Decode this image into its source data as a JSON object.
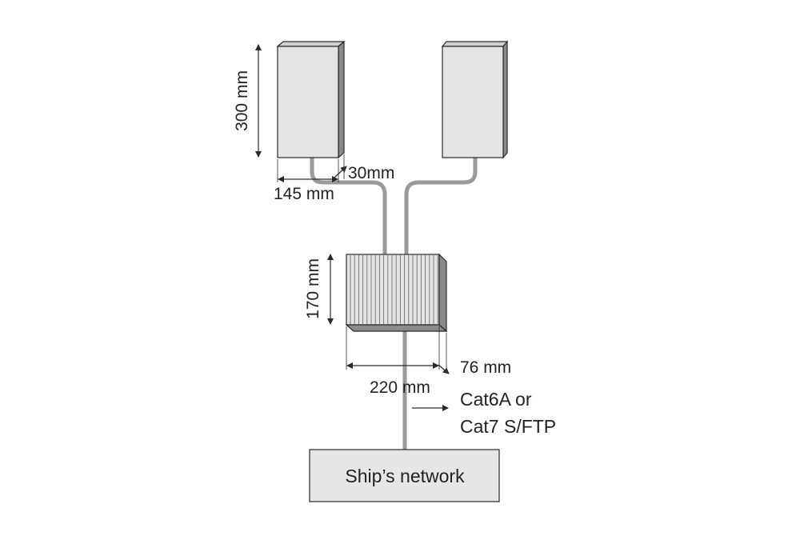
{
  "dimensions": {
    "antenna_height": "300 mm",
    "antenna_depth": "30mm",
    "antenna_width": "145 mm",
    "hub_height": "170 mm",
    "hub_depth": "76 mm",
    "hub_width": "220 mm"
  },
  "cable": {
    "line1": "Cat6A or",
    "line2": "Cat7 S/FTP"
  },
  "network": {
    "label": "Ship’s network"
  },
  "colors": {
    "face": "#e4e4e6",
    "side": "#8a8a8c",
    "stroke": "#2a2a2a",
    "cable": "#9a9a9a",
    "network_box": "#e6e6e6"
  }
}
